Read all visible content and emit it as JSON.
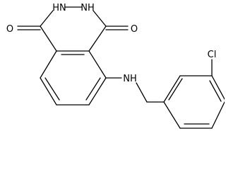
{
  "molecule": {
    "atom_labels": {
      "ring_nh_left": "HN",
      "ring_nh_right": "NH",
      "oxygen_left": "O",
      "oxygen_right": "O",
      "amine_nh": "NH",
      "chlorine": "Cl"
    },
    "colors": {
      "bond": "#000000",
      "background": "#ffffff"
    }
  }
}
